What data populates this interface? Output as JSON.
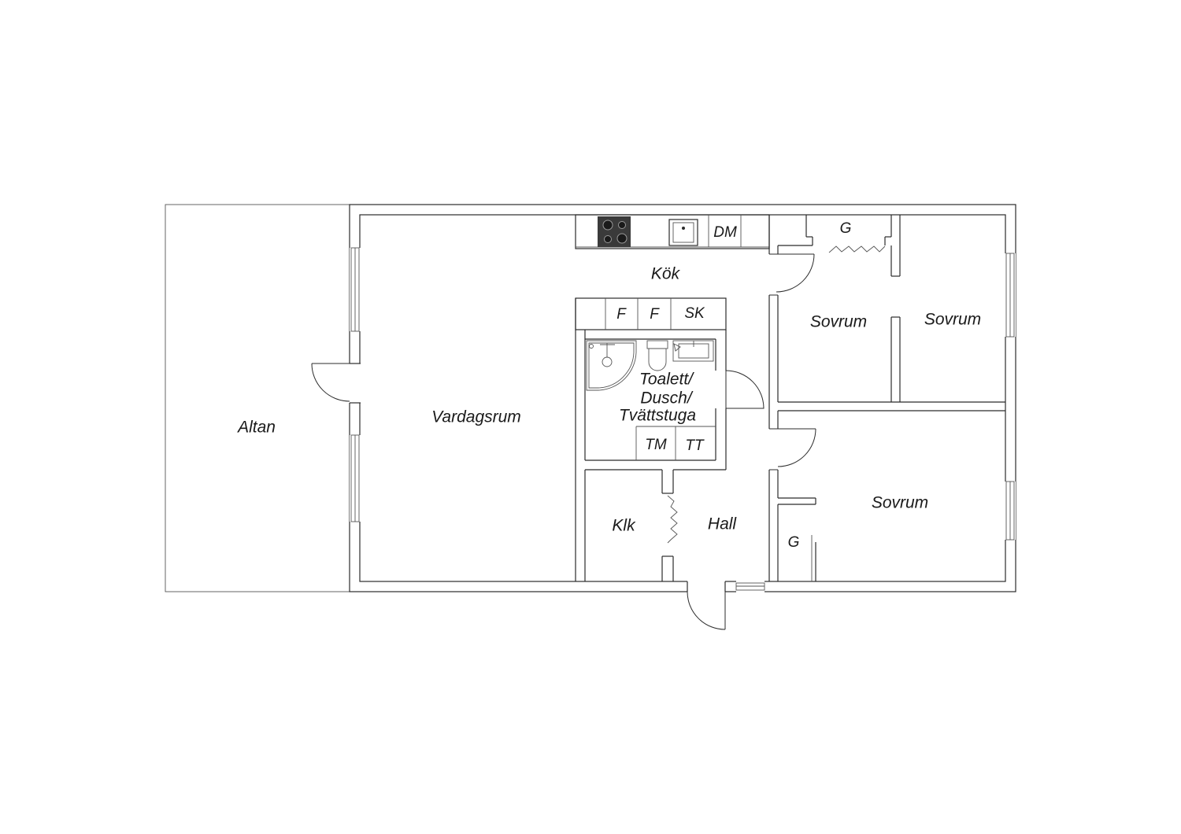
{
  "rooms": {
    "altan": "Altan",
    "vardagsrum": "Vardagsrum",
    "kok": "Kök",
    "bath_line1": "Toalett/",
    "bath_line2": "Dusch/",
    "bath_line3": "Tvättstuga",
    "klk": "Klk",
    "hall": "Hall",
    "sovrum_1": "Sovrum",
    "sovrum_2": "Sovrum",
    "sovrum_3": "Sovrum"
  },
  "fixtures": {
    "dm": "DM",
    "f1": "F",
    "f2": "F",
    "sk": "SK",
    "tm": "TM",
    "tt": "TT",
    "g_top": "G",
    "g_bottom": "G"
  },
  "colors": {
    "wall": "#2b2b2b",
    "stove": "#3a3a3a"
  }
}
